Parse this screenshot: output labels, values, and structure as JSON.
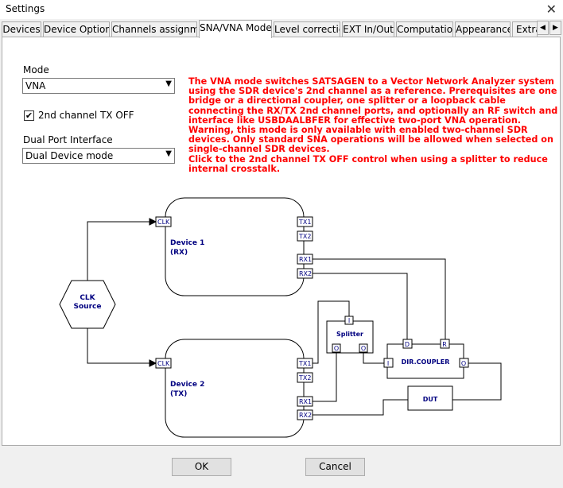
{
  "window": {
    "title": "Settings",
    "close_glyph": "✕"
  },
  "tabs": [
    {
      "label": "Devices"
    },
    {
      "label": "Device Options"
    },
    {
      "label": "Channels assignment"
    },
    {
      "label": "SNA/VNA Mode",
      "active": true
    },
    {
      "label": "Level correction"
    },
    {
      "label": "EXT In/Out"
    },
    {
      "label": "Computations"
    },
    {
      "label": "Appearance"
    },
    {
      "label": "Extra"
    }
  ],
  "tab_scroll": {
    "left": "◀",
    "right": "▶"
  },
  "mode": {
    "label": "Mode",
    "value": "VNA"
  },
  "tx_off": {
    "label": "2nd channel TX OFF",
    "checked": "✔"
  },
  "dual_port": {
    "label": "Dual Port Interface",
    "value": "Dual Device mode"
  },
  "info_lines": [
    "The VNA mode switches SATSAGEN to a Vector Network Analyzer system using the SDR device's 2nd channel as a reference. Prerequisites are one bridge or a directional coupler, one splitter or a loopback cable connecting the RX/TX 2nd channel ports, and optionally an RF switch and interface like USBDAALBFER for effective two-port VNA operation.",
    "Warning, this mode is only available with enabled two-channel SDR devices. Only standard SNA operations will be allowed when selected on single-channel SDR devices.",
    "Click to the 2nd channel TX OFF control when using a splitter to reduce internal crosstalk."
  ],
  "diagram": {
    "clk_source": [
      "CLK",
      "Source"
    ],
    "device1": [
      "Device 1",
      "(RX)"
    ],
    "device2": [
      "Device 2",
      "(TX)"
    ],
    "ports": {
      "clk": "CLK",
      "tx1": "TX1",
      "tx2": "TX2",
      "rx1": "RX1",
      "rx2": "RX2"
    },
    "splitter": {
      "label": "Splitter",
      "in": "I",
      "out": "O"
    },
    "coupler": {
      "label": "DIR.COUPLER",
      "d": "D",
      "r": "R",
      "in": "I",
      "out": "O"
    },
    "dut": "DUT"
  },
  "buttons": {
    "ok": "OK",
    "cancel": "Cancel"
  },
  "colors": {
    "info_text": "#ff0000",
    "diagram_text": "#000080"
  }
}
